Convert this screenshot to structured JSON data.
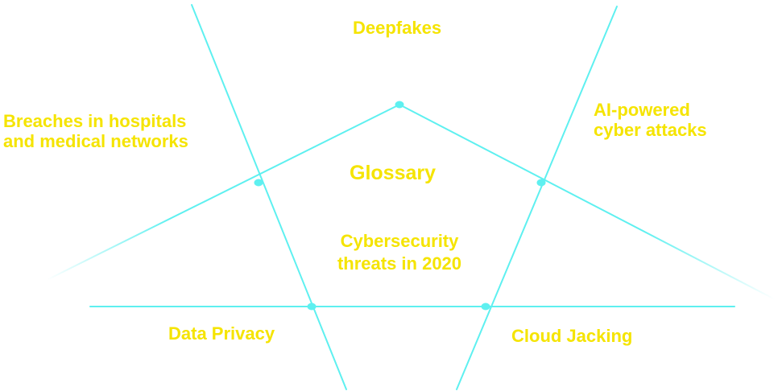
{
  "center": {
    "title": "Glossary",
    "subtitle_lines": [
      "Cybersecurity",
      "threats in 2020"
    ]
  },
  "topics": {
    "top": "Deepfakes",
    "right_lines": [
      "AI-powered",
      "cyber attacks"
    ],
    "left_lines": [
      "Breaches in hospitals",
      "and medical networks"
    ],
    "bottom_left": "Data Privacy",
    "bottom_right": "Cloud Jacking"
  },
  "colors": {
    "line": "#5EF0F0",
    "text": "#F5E400",
    "background": "#FFFFFF"
  }
}
